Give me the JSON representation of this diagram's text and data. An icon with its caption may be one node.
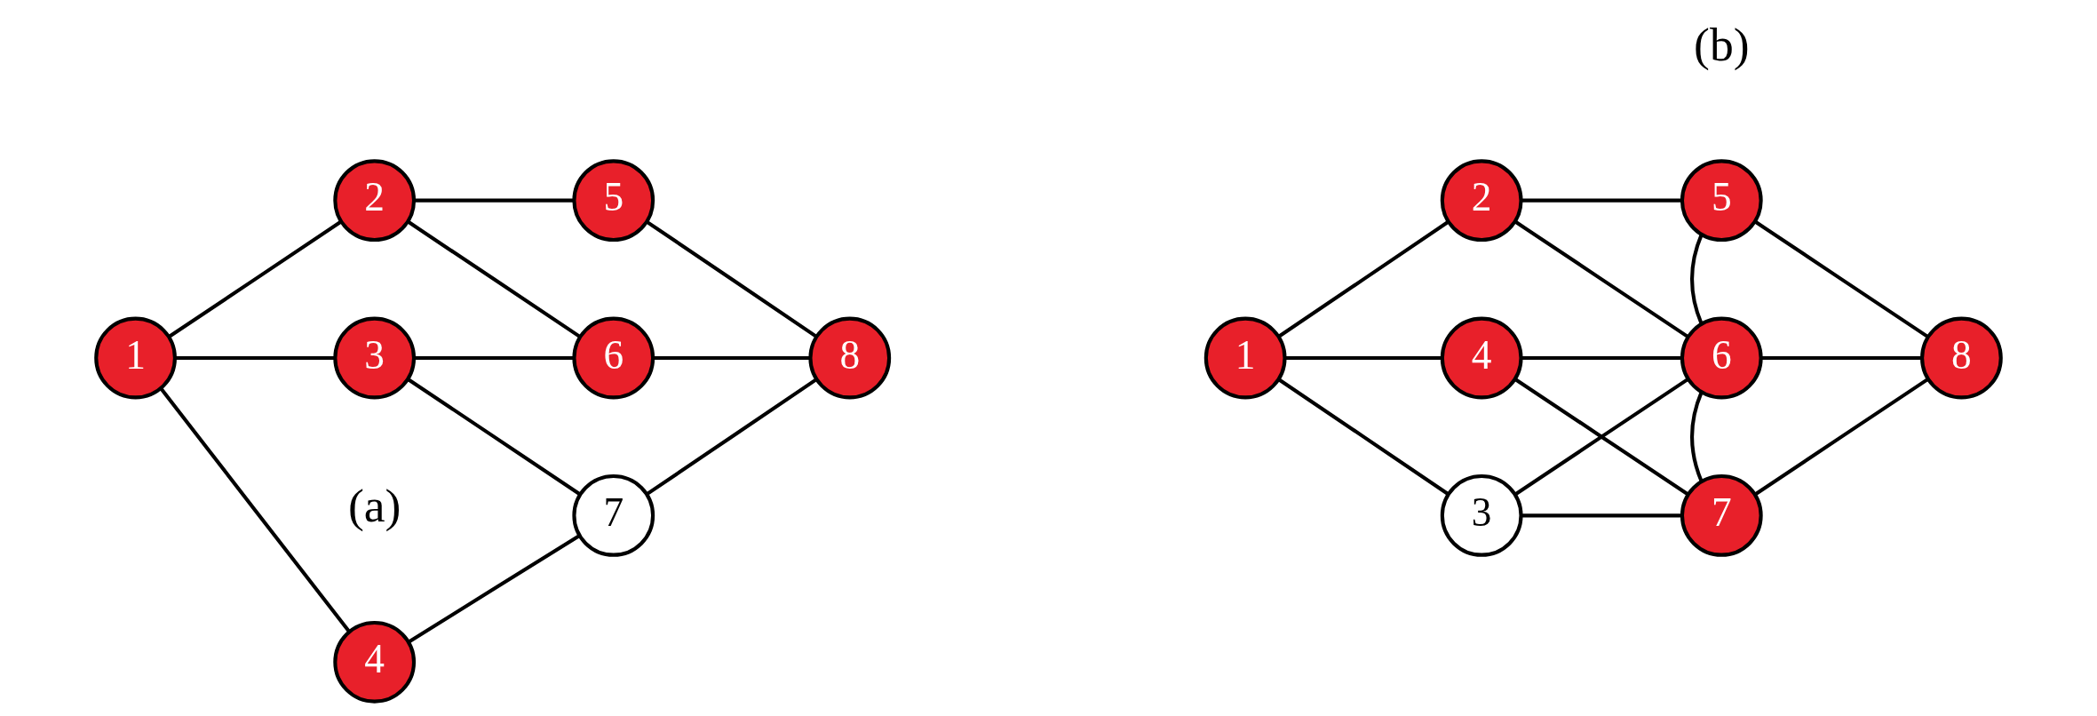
{
  "diagram": {
    "nodes": [
      {
        "text": [
          "1"
        ]
      },
      {
        "text": [
          "2"
        ]
      },
      {
        "text": [
          "3"
        ]
      },
      {
        "text": [
          "4"
        ]
      },
      {
        "text": [
          "5"
        ]
      },
      {
        "text": [
          "6"
        ]
      },
      {
        "text": [
          "7"
        ]
      },
      {
        "text": [
          "8"
        ]
      },
      {
        "text": [
          "1"
        ]
      },
      {
        "text": [
          "2"
        ]
      },
      {
        "text": [
          "3"
        ]
      },
      {
        "text": [
          "4"
        ]
      },
      {
        "text": [
          "5"
        ]
      },
      {
        "text": [
          "6"
        ]
      },
      {
        "text": [
          "7"
        ]
      },
      {
        "text": [
          "8"
        ]
      }
    ],
    "edges": [
      {
        "from": 0,
        "to": 1,
        "arrow": "none"
      },
      {
        "from": 0,
        "to": 2,
        "arrow": "none"
      },
      {
        "from": 0,
        "to": 3,
        "arrow": "none"
      },
      {
        "from": 1,
        "to": 4,
        "arrow": "none"
      },
      {
        "from": 1,
        "to": 5,
        "arrow": "none"
      },
      {
        "from": 2,
        "to": 5,
        "arrow": "none"
      },
      {
        "from": 2,
        "to": 6,
        "arrow": "none"
      },
      {
        "from": 3,
        "to": 6,
        "arrow": "none"
      },
      {
        "from": 4,
        "to": 7,
        "arrow": "none"
      },
      {
        "from": 5,
        "to": 7,
        "arrow": "none"
      },
      {
        "from": 6,
        "to": 7,
        "arrow": "none"
      },
      {
        "from": 8,
        "to": 9,
        "arrow": "none"
      },
      {
        "from": 8,
        "to": 10,
        "arrow": "none"
      },
      {
        "from": 8,
        "to": 11,
        "arrow": "none"
      },
      {
        "from": 9,
        "to": 12,
        "arrow": "none"
      },
      {
        "from": 9,
        "to": 13,
        "arrow": "none"
      },
      {
        "from": 10,
        "to": 13,
        "arrow": "none"
      },
      {
        "from": 10,
        "to": 14,
        "arrow": "none"
      },
      {
        "from": 11,
        "to": 13,
        "arrow": "none"
      },
      {
        "from": 11,
        "to": 14,
        "arrow": "none"
      },
      {
        "from": 12,
        "to": 13,
        "arrow": "none"
      },
      {
        "from": 12,
        "to": 15,
        "arrow": "none"
      },
      {
        "from": 13,
        "to": 14,
        "arrow": "none"
      },
      {
        "from": 13,
        "to": 15,
        "arrow": "none"
      },
      {
        "from": 14,
        "to": 15,
        "arrow": "none"
      }
    ],
    "labels": [
      "(a)",
      "(b)"
    ]
  }
}
